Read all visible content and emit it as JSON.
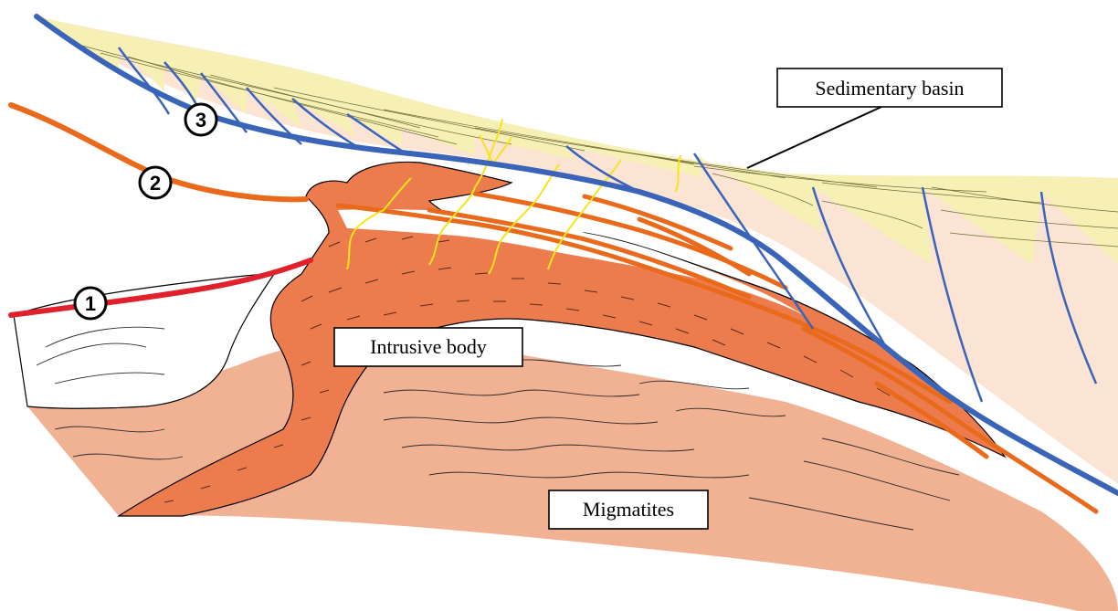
{
  "labels": {
    "sedimentary_basin": "Sedimentary basin",
    "intrusive_body": "Intrusive body",
    "migmatites": "Migmatites"
  },
  "detachments": [
    {
      "number": "1",
      "color": "#e0202a"
    },
    {
      "number": "2",
      "color": "#ea6a1c"
    },
    {
      "number": "3",
      "color": "#3a64b8"
    }
  ],
  "colors": {
    "sediment": "#f7f0b5",
    "upper_plate": "#fbe4d4",
    "intrusive_body": "#ec7c4e",
    "migmatites": "#f0b293",
    "veins": "#f5e51a"
  }
}
